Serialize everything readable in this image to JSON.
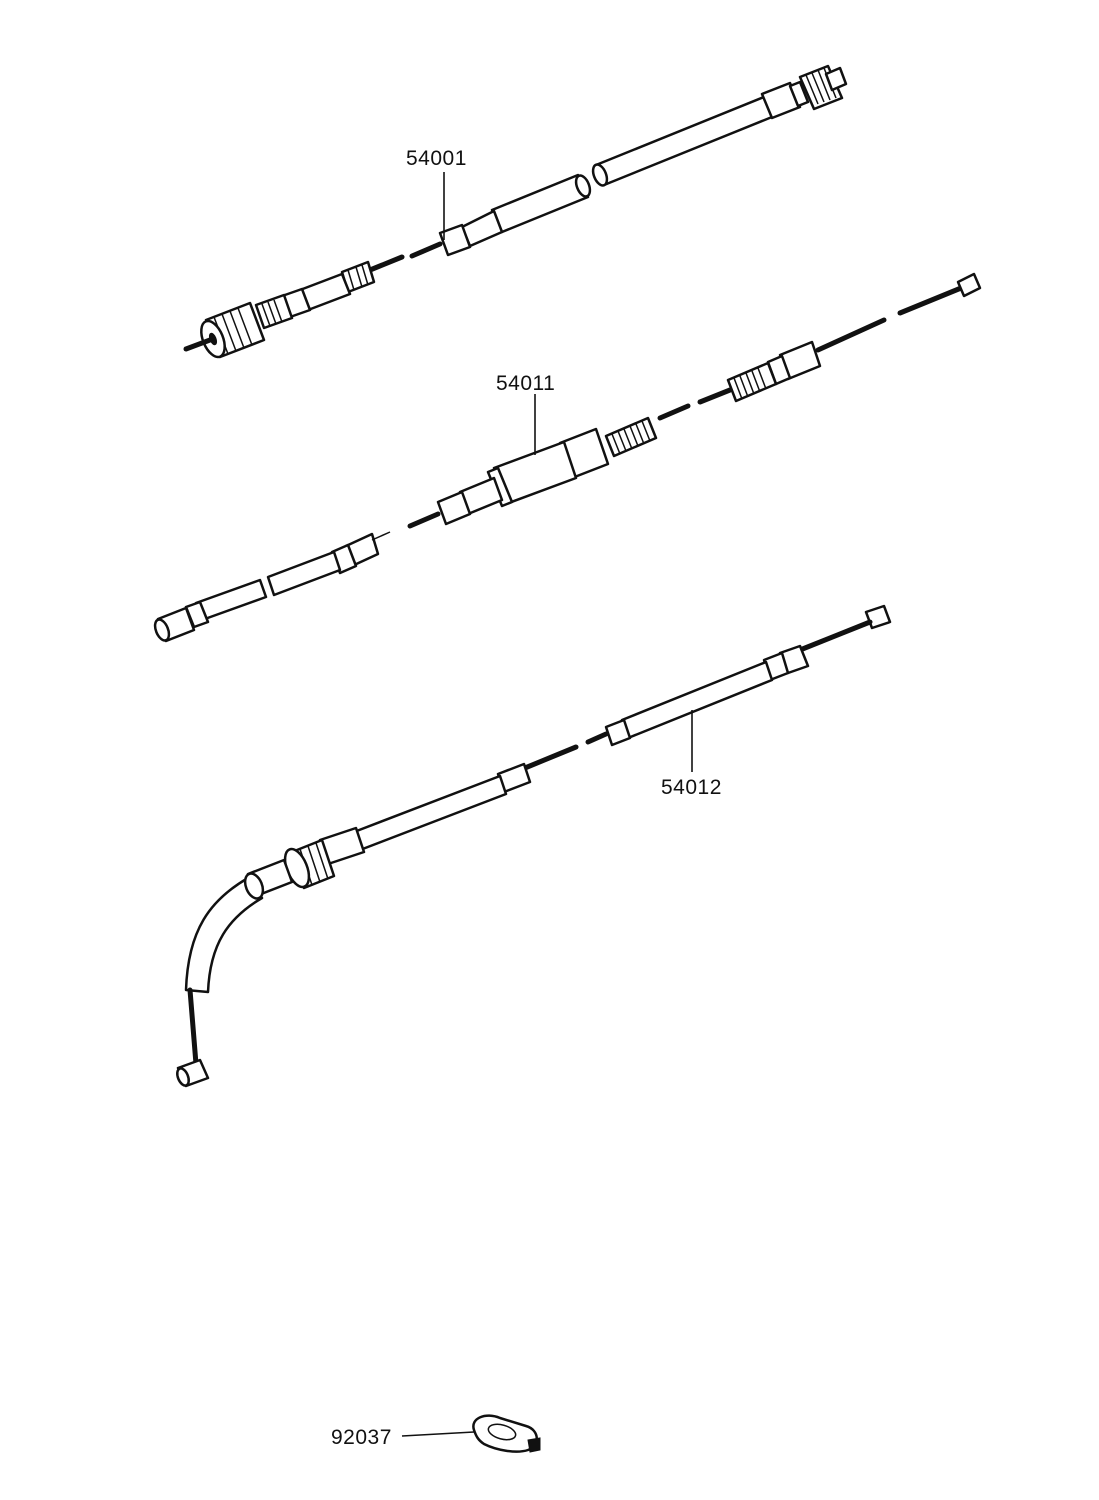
{
  "parts": [
    {
      "number": "54001",
      "icon": "speedometer-cable-icon"
    },
    {
      "number": "54011",
      "icon": "throttle-cable-icon"
    },
    {
      "number": "54012",
      "icon": "clutch-cable-icon"
    },
    {
      "number": "92037",
      "icon": "cable-clamp-icon"
    }
  ]
}
